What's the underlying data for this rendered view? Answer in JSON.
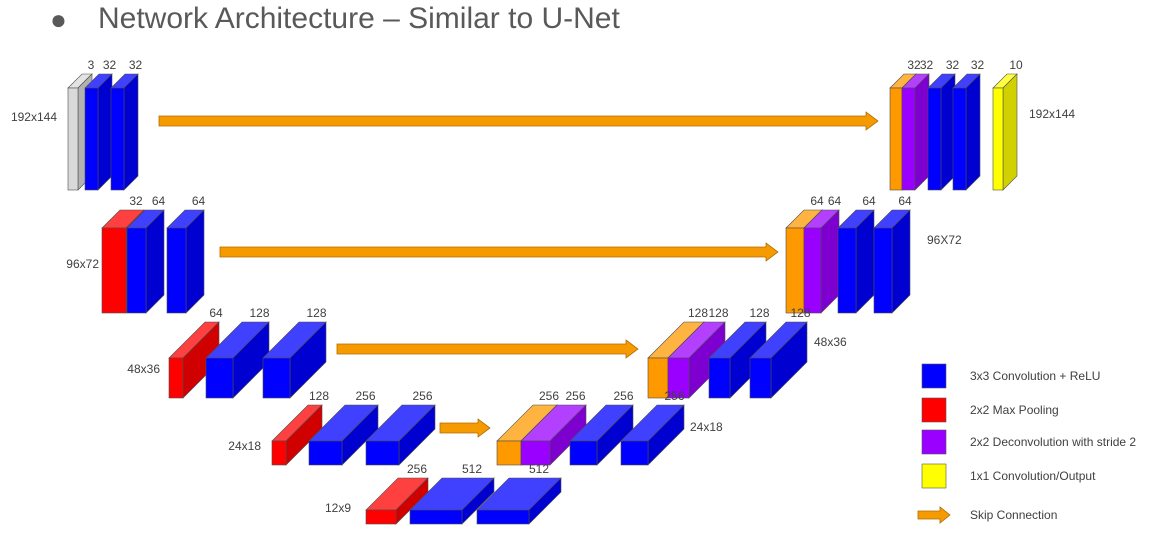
{
  "slide": {
    "bullet": "●",
    "title": "Network Architecture – Similar to U-Net"
  },
  "colors": {
    "conv": "#0000ff",
    "pool": "#ff0000",
    "deconv": "#9900ff",
    "concat": "#ff9900",
    "input": "#d9d9d9",
    "output": "#ffff00",
    "arrow": "#f59b00"
  },
  "rows": [
    {
      "id": "row1",
      "size_label": "192x144",
      "encoder": [
        {
          "type": "input",
          "label": "3"
        },
        {
          "type": "conv",
          "label": "32"
        },
        {
          "type": "conv",
          "label": "32"
        }
      ],
      "decoder": [
        {
          "type": "concat",
          "label": "32"
        },
        {
          "type": "deconv",
          "label": "32"
        },
        {
          "type": "conv",
          "label": "32"
        },
        {
          "type": "conv",
          "label": "32"
        },
        {
          "type": "output",
          "label": "10"
        }
      ],
      "decoder_size_label": "192x144"
    },
    {
      "id": "row2",
      "size_label": "96x72",
      "encoder": [
        {
          "type": "pool",
          "label": "32"
        },
        {
          "type": "conv",
          "label": "64"
        },
        {
          "type": "conv",
          "label": "64"
        }
      ],
      "decoder": [
        {
          "type": "concat",
          "label": "64"
        },
        {
          "type": "deconv",
          "label": "64"
        },
        {
          "type": "conv",
          "label": "64"
        },
        {
          "type": "conv",
          "label": "64"
        }
      ],
      "decoder_size_label": "96X72"
    },
    {
      "id": "row3",
      "size_label": "48x36",
      "encoder": [
        {
          "type": "pool",
          "label": "64"
        },
        {
          "type": "conv",
          "label": "128"
        },
        {
          "type": "conv",
          "label": "128"
        }
      ],
      "decoder": [
        {
          "type": "concat",
          "label": "128"
        },
        {
          "type": "deconv",
          "label": "128"
        },
        {
          "type": "conv",
          "label": "128"
        },
        {
          "type": "conv",
          "label": "128"
        }
      ],
      "decoder_size_label": "48x36"
    },
    {
      "id": "row4",
      "size_label": "24x18",
      "encoder": [
        {
          "type": "pool",
          "label": "128"
        },
        {
          "type": "conv",
          "label": "256"
        },
        {
          "type": "conv",
          "label": "256"
        }
      ],
      "decoder": [
        {
          "type": "concat",
          "label": "256"
        },
        {
          "type": "deconv",
          "label": "256"
        },
        {
          "type": "conv",
          "label": "256"
        },
        {
          "type": "conv",
          "label": "256"
        }
      ],
      "decoder_size_label": "24x18"
    },
    {
      "id": "row5",
      "size_label": "12x9",
      "encoder": [
        {
          "type": "pool",
          "label": "256"
        },
        {
          "type": "conv",
          "label": "512"
        },
        {
          "type": "conv",
          "label": "512"
        }
      ],
      "decoder": [],
      "decoder_size_label": ""
    }
  ],
  "legend": [
    {
      "type": "conv",
      "label": "3x3 Convolution + ReLU"
    },
    {
      "type": "pool",
      "label": "2x2 Max Pooling"
    },
    {
      "type": "deconv",
      "label": "2x2 Deconvolution with stride 2"
    },
    {
      "type": "output",
      "label": "1x1 Convolution/Output"
    },
    {
      "type": "arrow",
      "label": "Skip Connection"
    }
  ]
}
